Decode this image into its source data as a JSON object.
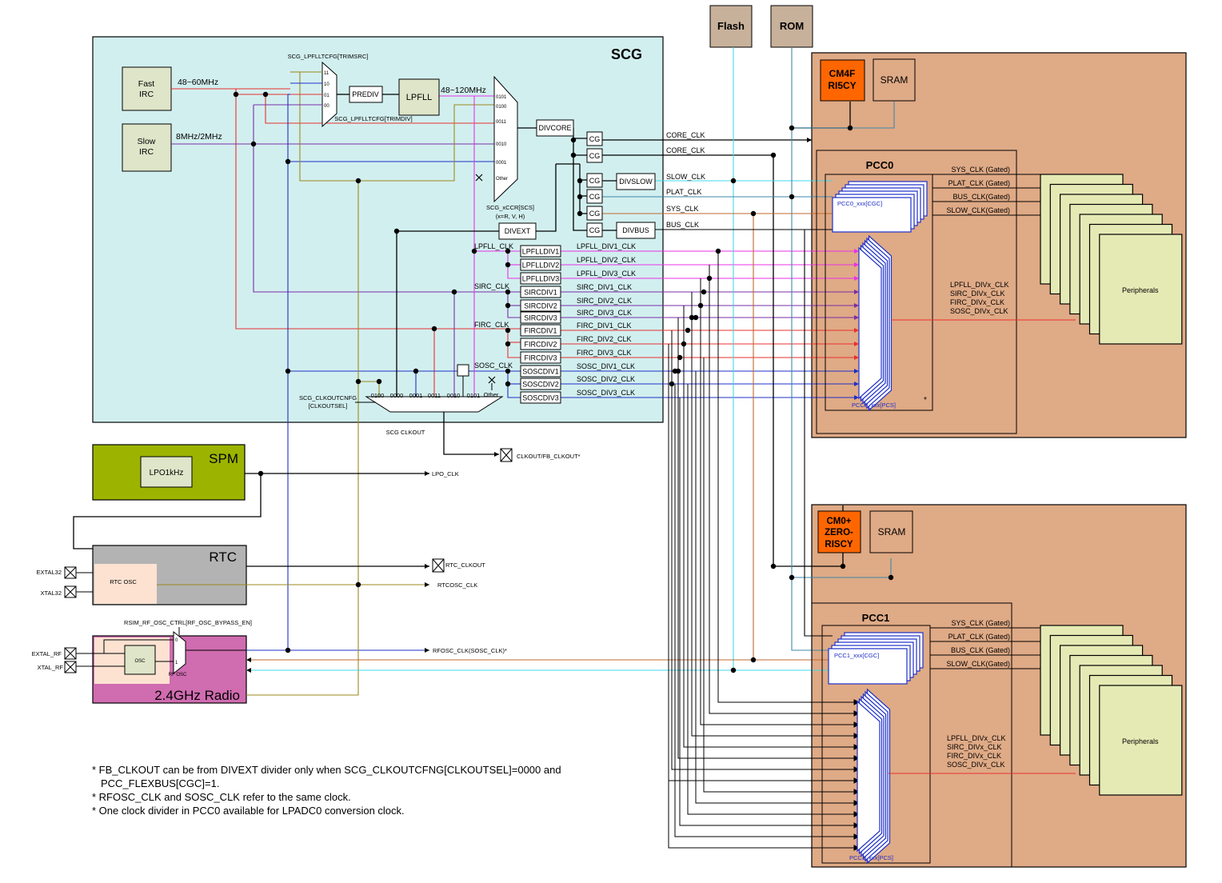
{
  "colors": {
    "scg_bg": "#d2efef",
    "spm_bg": "#9cb400",
    "rtc_bg": "#b3b3b3",
    "radio_bg": "#d06cb0",
    "core_bg": "#dfaa86",
    "cpu_box": "#ff6600",
    "peripheral_bg": "#e5eab5",
    "osc_inner": "#fde2d2",
    "red": "#e8312f",
    "purple": "#7a2fa8",
    "blue": "#1f30c8",
    "olive": "#9b8a1e",
    "magenta": "#e832e8",
    "cyan": "#3fd8e8",
    "teal": "#3e88aa",
    "orange": "#c06a30"
  },
  "top": {
    "flash": "Flash",
    "rom": "ROM"
  },
  "scg": {
    "title": "SCG",
    "fast_irc": [
      "Fast",
      "IRC"
    ],
    "slow_irc": [
      "Slow",
      "IRC"
    ],
    "fast_freq": "48~60MHz",
    "slow_freq": "8MHz/2MHz",
    "trimsrc": "SCG_LPFLLTCFG[TRIMSRC]",
    "trimdiv": "SCG_LPFLLTCFG[TRIMDIV]",
    "prediv": "PREDIV",
    "lpfll": "LPFLL",
    "lpfll_freq": "48~120MHz",
    "mux_in": [
      "0101",
      "0100",
      "0011",
      "0010",
      "0001",
      "Other"
    ],
    "trim_mux_in": [
      "11",
      "10",
      "01",
      "00"
    ],
    "xccr": [
      "SCG_xCCR[SCS]",
      "(x=R, V, H)"
    ],
    "divcore": "DIVCORE",
    "divslow": "DIVSLOW",
    "divbus": "DIVBUS",
    "divext": "DIVEXT",
    "cg": "CG",
    "clocks": {
      "core1": "CORE_CLK",
      "core2": "CORE_CLK",
      "slow": "SLOW_CLK",
      "plat": "PLAT_CLK",
      "sys": "SYS_CLK",
      "bus": "BUS_CLK"
    },
    "src_clk": {
      "lpfll": "LPFLL_CLK",
      "sirc": "SIRC_CLK",
      "firc": "FIRC_CLK",
      "sosc": "SOSC_CLK"
    },
    "dividers": [
      "LPFLLDIV1",
      "LPFLLDIV2",
      "LPFLLDIV3",
      "SIRCDIV1",
      "SIRCDIV2",
      "SIRCDIV3",
      "FIRCDIV1",
      "FIRCDIV2",
      "FIRCDIV3",
      "SOSCDIV1",
      "SOSCDIV2",
      "SOSCDIV3"
    ],
    "div_outputs": [
      "LPFLL_DIV1_CLK",
      "LPFLL_DIV2_CLK",
      "LPFLL_DIV3_CLK",
      "SIRC_DIV1_CLK",
      "SIRC_DIV2_CLK",
      "SIRC_DIV3_CLK",
      "FIRC_DIV1_CLK",
      "FIRC_DIV2_CLK",
      "FIRC_DIV3_CLK",
      "SOSC_DIV1_CLK",
      "SOSC_DIV2_CLK",
      "SOSC_DIV3_CLK"
    ],
    "clkout_in": [
      "0100",
      "0000",
      "0001",
      "0011",
      "0010",
      "0101",
      "Other"
    ],
    "clkoutcfg": [
      "SCG_CLKOUTCNFG",
      "[CLKOUTSEL]"
    ],
    "clkout": "SCG CLKOUT"
  },
  "clkout_pin": "CLKOUT/FB_CLKOUT*",
  "spm": {
    "title": "SPM",
    "lpo": "LPO1kHz"
  },
  "lpo_clk": "LPO_CLK",
  "rtc": {
    "title": "RTC",
    "osc": "RTC OSC",
    "extal": "EXTAL32",
    "xtal": "XTAL32",
    "clkout": "RTC_CLKOUT",
    "rtcosc_clk": "RTCOSC_CLK"
  },
  "radio": {
    "title": "2.4GHz Radio",
    "bypass": "RSIM_RF_OSC_CTRL[RF_OSC_BYPASS_EN]",
    "osc": "OSC",
    "rf_osc": "RF OSC",
    "extal": "EXTAL_RF",
    "xtal": "XTAL_RF",
    "mux_in": [
      "0",
      "1"
    ],
    "rfosc_clk": "RFOSC_CLK(SOSC_CLK)*"
  },
  "core0": {
    "cpu": [
      "CM4F",
      "RI5CY"
    ],
    "sram": "SRAM",
    "pcc": "PCC0",
    "cgc": "PCC0_xxx[CGC]",
    "pcs": "PCC0_xxx[PCS]",
    "star": "*",
    "gated": [
      "SYS_CLK (Gated)",
      "PLAT_CLK (Gated)",
      "BUS_CLK(Gated)",
      "SLOW_CLK(Gated)"
    ],
    "divx": [
      "LPFLL_DIVx_CLK",
      "SIRC_DIVx_CLK",
      "FIRC_DIVx_CLK",
      "SOSC_DIVx_CLK"
    ],
    "peripherals": "Peripherals"
  },
  "core1": {
    "cpu": [
      "CM0+",
      "ZERO-",
      "RISCY"
    ],
    "sram": "SRAM",
    "pcc": "PCC1",
    "cgc": "PCC1_xxx[CGC]",
    "pcs": "PCC1_xxx[PCS]",
    "gated": [
      "SYS_CLK (Gated)",
      "PLAT_CLK (Gated)",
      "BUS_CLK (Gated)",
      "SLOW_CLK(Gated)"
    ],
    "divx": [
      "LPFLL_DIVx_CLK",
      "SIRC_DIVx_CLK",
      "FIRC_DIVx_CLK",
      "SOSC_DIVx_CLK"
    ],
    "peripherals": "Peripherals"
  },
  "notes": [
    "* FB_CLKOUT can be from DIVEXT divider only when SCG_CLKOUTCFNG[CLKOUTSEL]=0000 and",
    "PCC_FLEXBUS[CGC]=1.",
    "* RFOSC_CLK and SOSC_CLK refer to the same clock.",
    "* One clock divider in PCC0 available for LPADC0 conversion clock."
  ]
}
